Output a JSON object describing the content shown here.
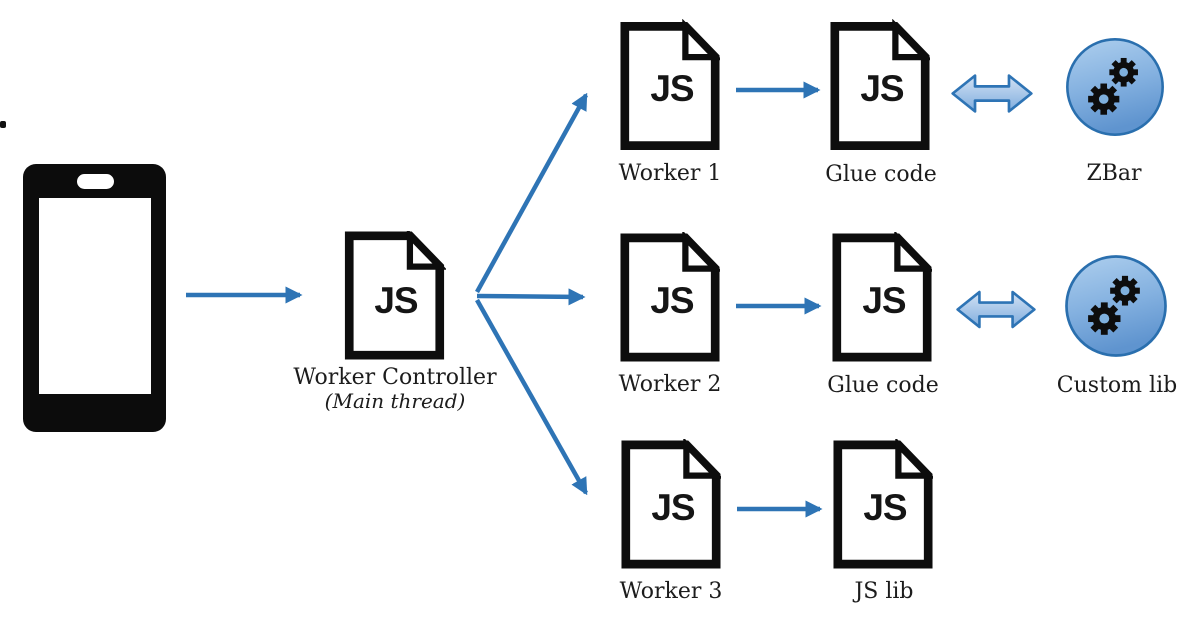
{
  "diagram": {
    "kind": "web-worker-architecture-flow",
    "badges": {
      "js": "JS"
    },
    "nodes": {
      "phone": {
        "label": ""
      },
      "controller": {
        "label": "Worker Controller",
        "sublabel": "(Main thread)"
      },
      "worker1": {
        "label": "Worker 1"
      },
      "glue1": {
        "label": "Glue code"
      },
      "zbar": {
        "label": "ZBar"
      },
      "worker2": {
        "label": "Worker 2"
      },
      "glue2": {
        "label": "Glue code"
      },
      "customlib": {
        "label": "Custom lib"
      },
      "worker3": {
        "label": "Worker 3"
      },
      "jslib": {
        "label": "JS lib"
      }
    },
    "icons": {
      "phone": "black-smartphone-silhouette",
      "js_file": "document-with-folded-corner",
      "lib_bubble": "blue-circle-with-two-gears",
      "arrow": "blue-right-arrow",
      "double_arrow": "blue-bidirectional-arrow"
    },
    "colors": {
      "accent": "#2e74b5",
      "ink": "#151515",
      "bubble_fill_top": "#a9cbec",
      "bubble_fill_bottom": "#5f94cf",
      "bubble_border": "#2a6fae",
      "double_arrow_fill_top": "#cfe0f3",
      "double_arrow_fill_bottom": "#7fadde"
    }
  }
}
